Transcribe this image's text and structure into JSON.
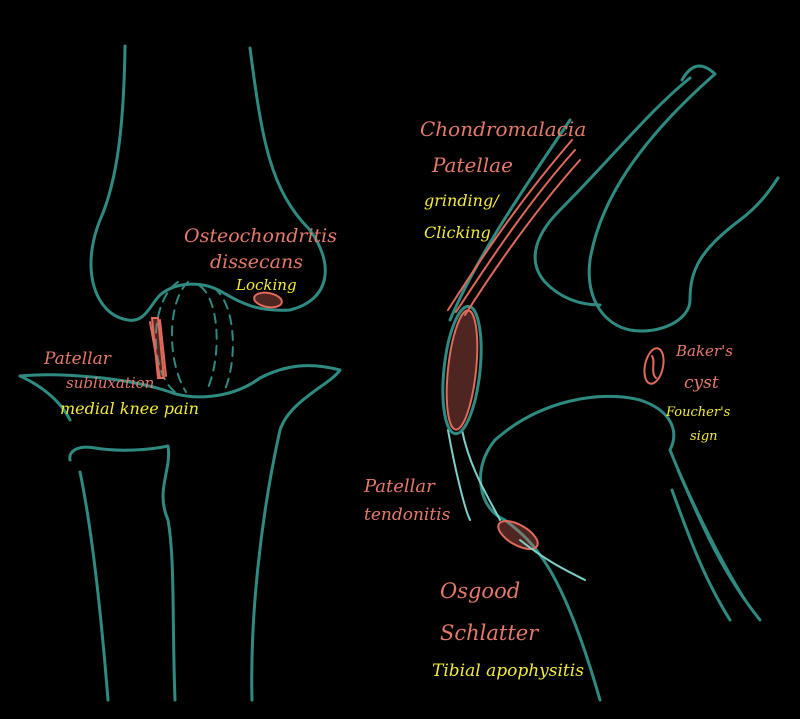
{
  "labels": {
    "osteochondritis_1": "Osteochondritis",
    "osteochondritis_2": "dissecans",
    "locking": "Locking",
    "patellar_subluxation_1": "Patellar",
    "patellar_subluxation_2": "subluxation",
    "medial_knee_pain": "medial knee pain",
    "chondromalacia": "Chondromalacia",
    "patellae": "Patellae",
    "grinding": "grinding/",
    "clicking": "Clicking",
    "bakers": "Baker's",
    "cyst": "cyst",
    "foucher": "Foucher's",
    "sign": "sign",
    "patellar_tendonitis_1": "Patellar",
    "patellar_tendonitis_2": "tendonitis",
    "osgood": "Osgood",
    "schlatter": "Schlatter",
    "tibial_apophysitis": "Tibial apophysitis"
  },
  "colors": {
    "background": "#000000",
    "bone_outline": "#2f8a82",
    "pathology_red": "#e06a5c",
    "symptom_yellow": "#f4ec39",
    "tendon": "#7fd1cb"
  }
}
